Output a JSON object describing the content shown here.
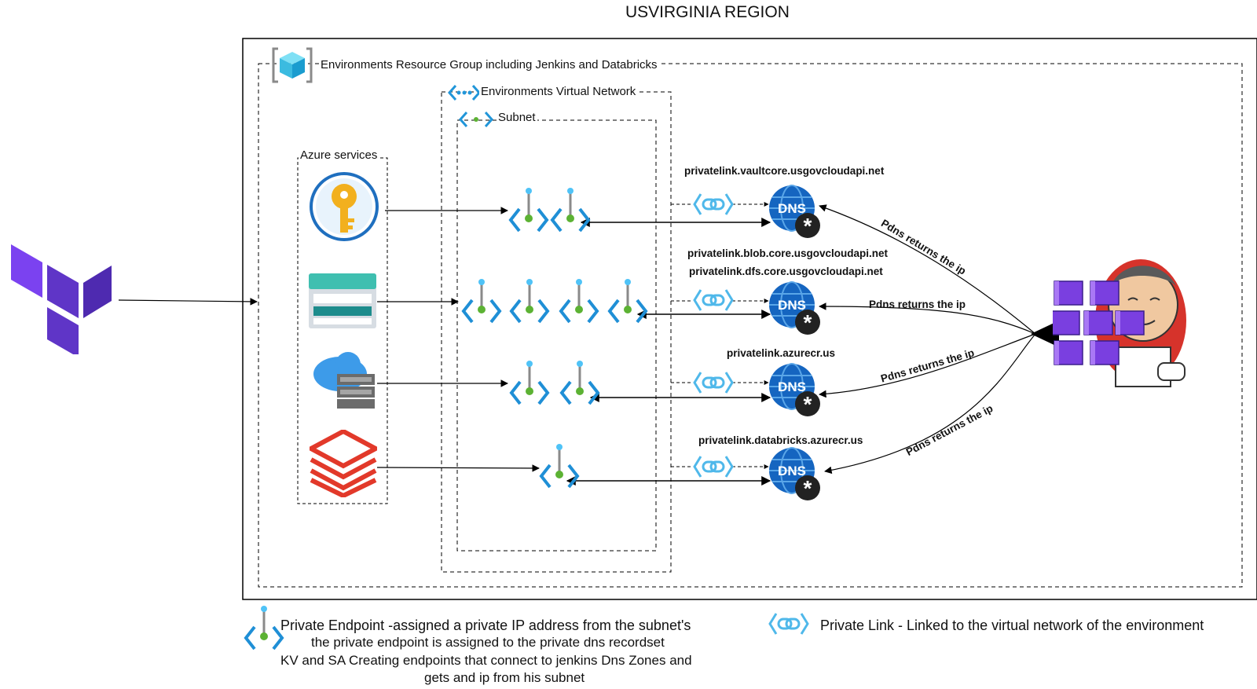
{
  "diagram": {
    "title": "USVIRGINIA REGION",
    "resource_group_label": "Environments Resource Group including Jenkins and Databricks",
    "vnet_label": "Environments Virtual Network",
    "subnet_label": "Subnet",
    "services_label": "Azure services",
    "services": [
      {
        "name": "Key Vault",
        "icon": "key-vault-icon"
      },
      {
        "name": "Storage Account",
        "icon": "storage-icon"
      },
      {
        "name": "Container Registry",
        "icon": "container-registry-icon"
      },
      {
        "name": "Databricks",
        "icon": "databricks-icon"
      }
    ],
    "dns_zones": [
      "privatelink.vaultcore.usgovcloudapi.net",
      "privatelink.blob.core.usgovcloudapi.net",
      "privatelink.dfs.core.usgovcloudapi.net",
      "privatelink.azurecr.us",
      "privatelink.databricks.azurecr.us"
    ],
    "dns_badge": "DNS",
    "pdns_label": "Pdns returns the ip",
    "endpoint_counts": [
      2,
      4,
      2,
      1
    ],
    "source": {
      "name": "Terraform",
      "icon": "terraform-icon"
    },
    "client": {
      "name": "Jenkins",
      "icon": "jenkins-icon"
    },
    "colors": {
      "terraform": "#6b3fd4",
      "endpoint": "#1f8fd6",
      "dns": "#1565c0",
      "databricks": "#e2392a",
      "keyvault": "#f2b01e",
      "storage": "#3fbfb0",
      "jenkins_red": "#d6332b",
      "cubes": "#7a3fe0"
    }
  },
  "legend": {
    "endpoint_text": "Private Endpoint -assigned a private IP address from the subnet's",
    "endpoint_note_1": "the private endpoint is assigned to the private dns recordset",
    "endpoint_note_2": "KV and SA Creating endpoints that connect to jenkins Dns Zones and",
    "endpoint_note_3": "gets and ip from his subnet",
    "link_text": "Private Link - Linked to the virtual network of the environment"
  }
}
